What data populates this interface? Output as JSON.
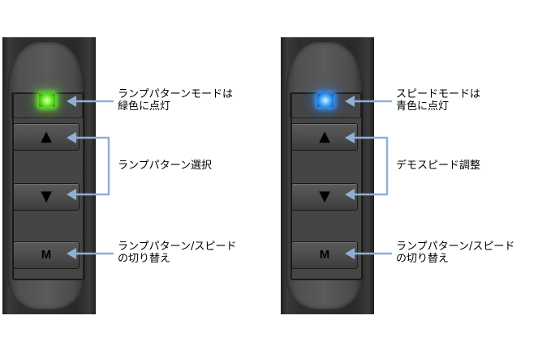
{
  "left_panel": {
    "led_color": "#5fe022",
    "labels": {
      "led": [
        "ランプパターンモードは",
        "緑色に点灯"
      ],
      "arrows": [
        "ランプパターン選択"
      ],
      "m": [
        "ランプパターン/スピード",
        "の切り替え"
      ]
    },
    "buttons": {
      "up": "▲",
      "down": "▼",
      "m": "M"
    }
  },
  "right_panel": {
    "led_color": "#2f8ff5",
    "labels": {
      "led": [
        "スピードモードは",
        "青色に点灯"
      ],
      "arrows": [
        "デモスピード調整"
      ],
      "m": [
        "ランプパターン/スピード",
        "の切り替え"
      ]
    },
    "buttons": {
      "up": "▲",
      "down": "▼",
      "m": "M"
    }
  },
  "leader_color": "#8fb0d6"
}
